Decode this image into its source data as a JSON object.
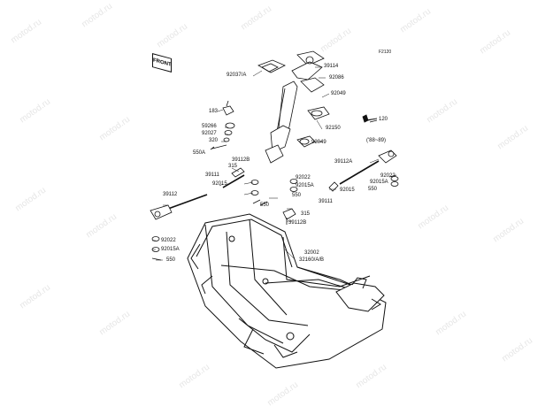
{
  "diagram": {
    "code": "F2120",
    "watermark": "motod.ru",
    "front_marker": "FRONT",
    "labels": [
      {
        "key": "p39114",
        "text": "39114"
      },
      {
        "key": "p92086",
        "text": "92086"
      },
      {
        "key": "p92037a",
        "text": "92037/A"
      },
      {
        "key": "p92049a",
        "text": "92049"
      },
      {
        "key": "p183",
        "text": "183"
      },
      {
        "key": "p120",
        "text": "120"
      },
      {
        "key": "p59266",
        "text": "59266"
      },
      {
        "key": "p92150",
        "text": "92150"
      },
      {
        "key": "p92027",
        "text": "92027"
      },
      {
        "key": "p320",
        "text": "320"
      },
      {
        "key": "p92049b",
        "text": "92049"
      },
      {
        "key": "p88_89",
        "text": "('88~89)"
      },
      {
        "key": "p550a",
        "text": "550A"
      },
      {
        "key": "p39112b_top",
        "text": "39112B"
      },
      {
        "key": "p315_top",
        "text": "315"
      },
      {
        "key": "p39112a",
        "text": "39112A"
      },
      {
        "key": "p39111_left",
        "text": "39111"
      },
      {
        "key": "p92022_mid",
        "text": "92022"
      },
      {
        "key": "p92022_r",
        "text": "92022"
      },
      {
        "key": "p92015a_r",
        "text": "92015A"
      },
      {
        "key": "p92015_left",
        "text": "92015"
      },
      {
        "key": "p92015a_mid",
        "text": "92015A"
      },
      {
        "key": "p92015_right",
        "text": "92015"
      },
      {
        "key": "p550_r",
        "text": "550"
      },
      {
        "key": "p39112",
        "text": "39112"
      },
      {
        "key": "p550_mid",
        "text": "550"
      },
      {
        "key": "p550_mid2",
        "text": "550"
      },
      {
        "key": "p39111_right",
        "text": "39111"
      },
      {
        "key": "p315_bot",
        "text": "315"
      },
      {
        "key": "p39112b_bot",
        "text": "39112B"
      },
      {
        "key": "p92022_left",
        "text": "92022"
      },
      {
        "key": "p92015a_left",
        "text": "92015A"
      },
      {
        "key": "p550_left",
        "text": "550"
      },
      {
        "key": "p32002",
        "text": "32002"
      },
      {
        "key": "p32160",
        "text": "32160/A/B"
      }
    ]
  }
}
